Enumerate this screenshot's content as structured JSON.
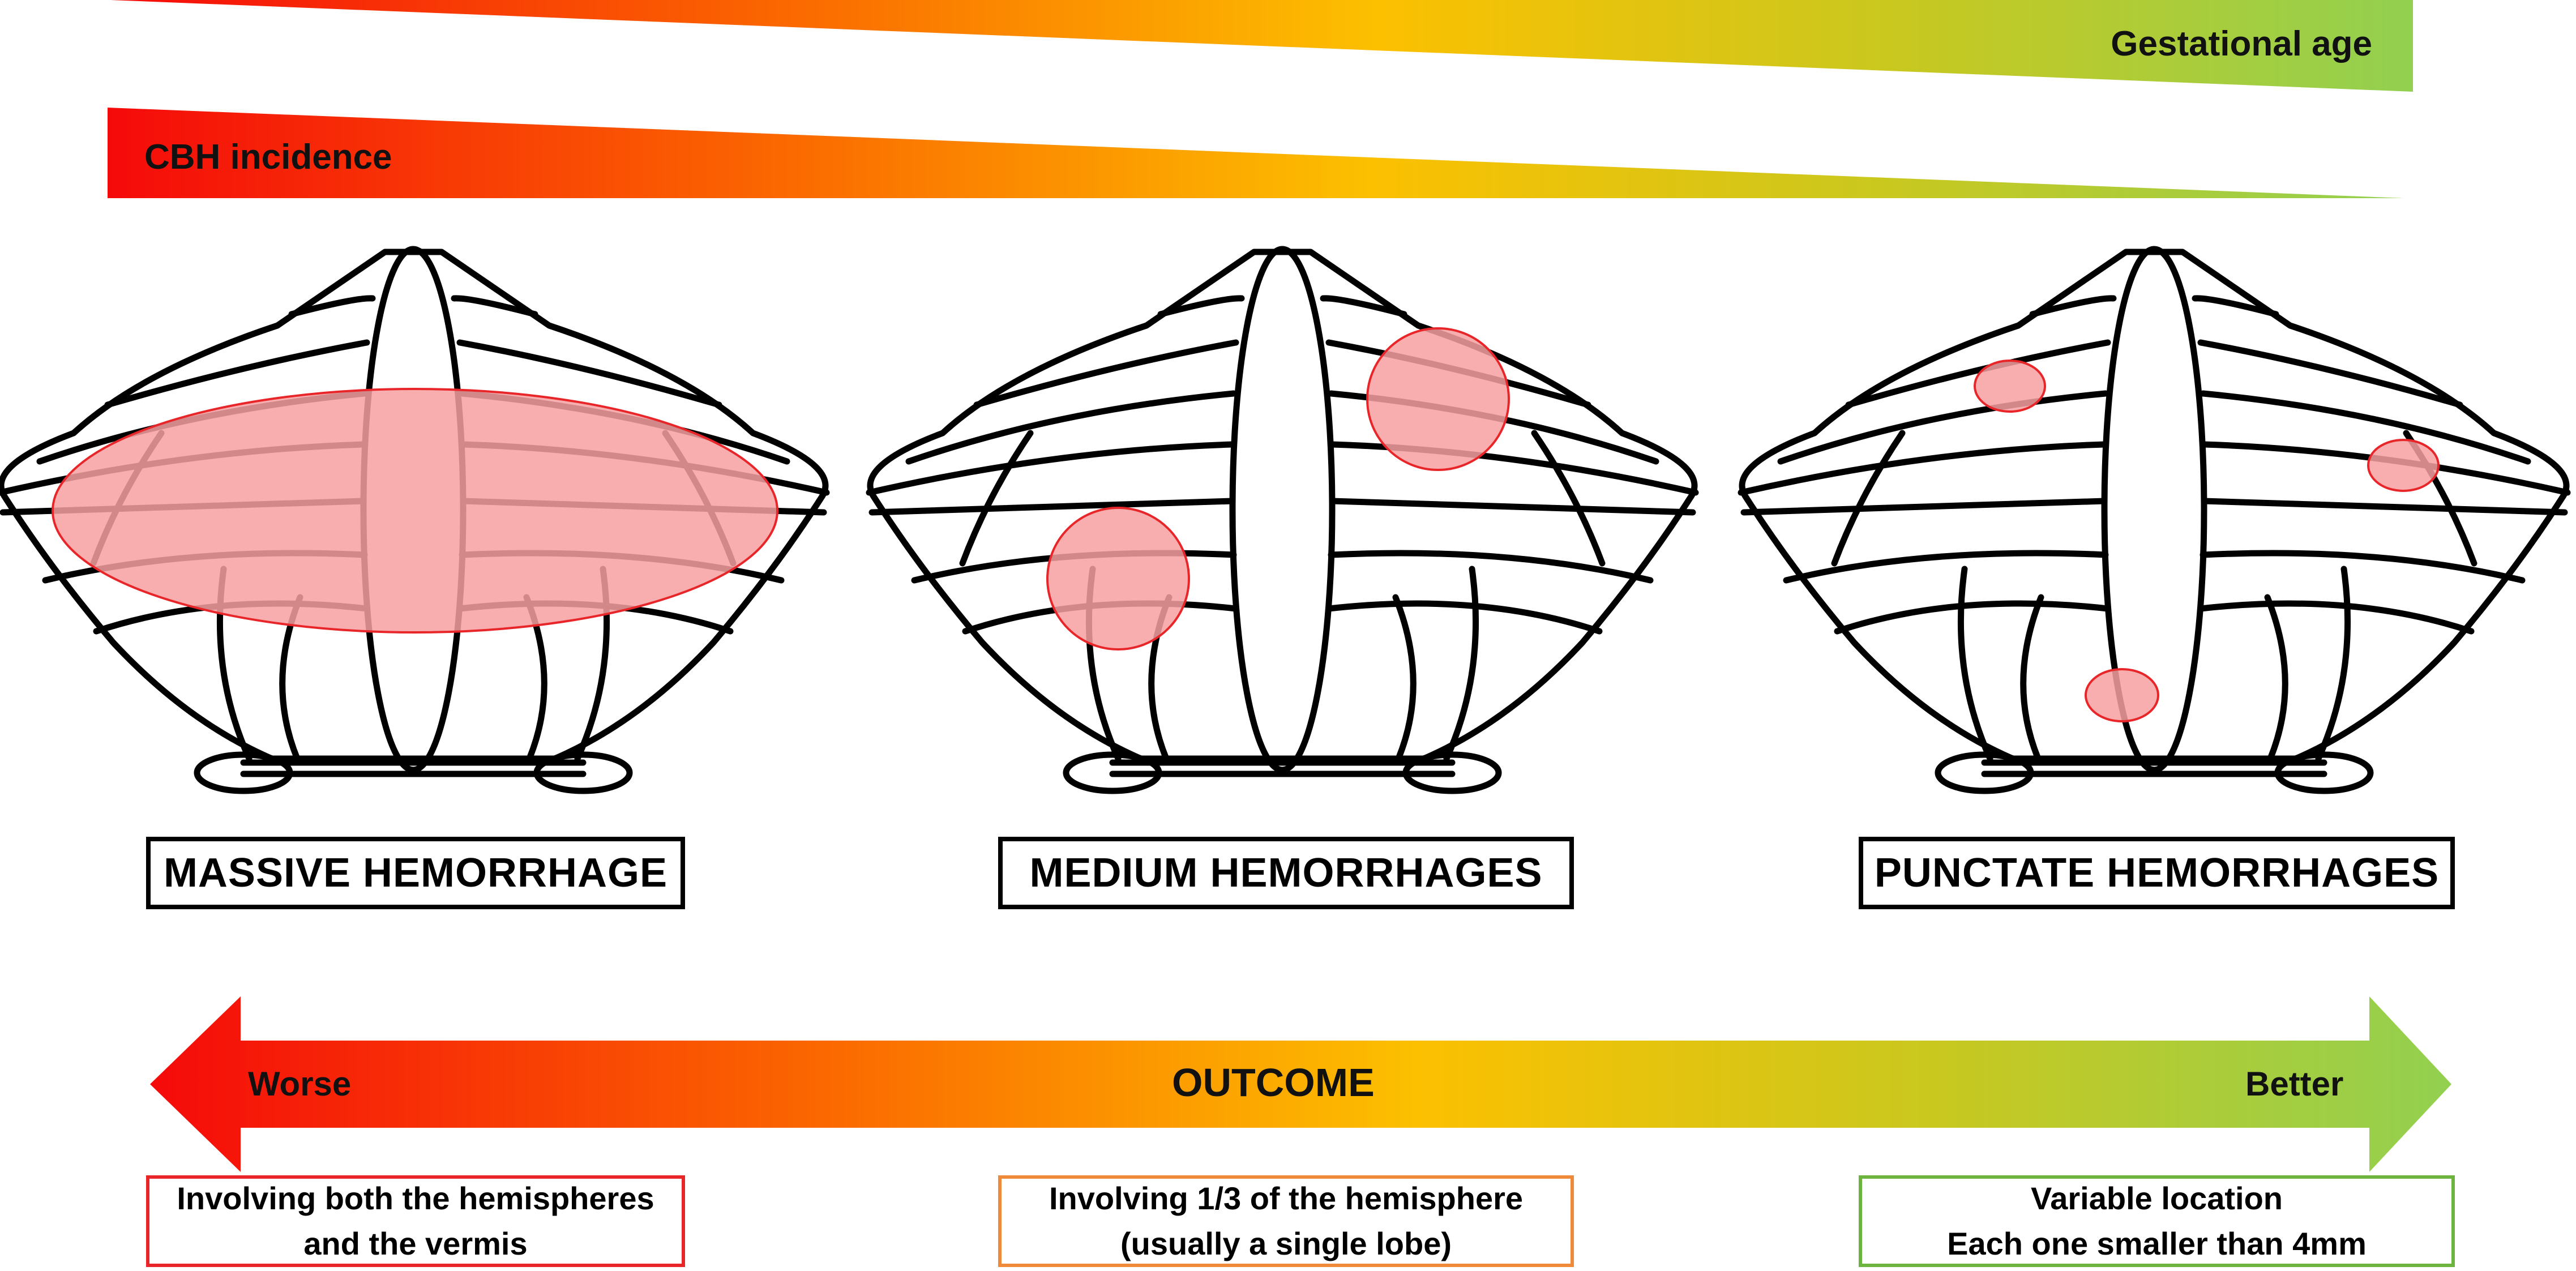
{
  "top_bars": {
    "gestational_age": "Gestational  age",
    "cbh_incidence": "CBH incidence"
  },
  "categories": [
    {
      "label": "MASSIVE HEMORRHAGE",
      "description": [
        "Involving both the hemispheres",
        "and the vermis"
      ],
      "border_color": "#e8262a"
    },
    {
      "label": "MEDIUM HEMORRHAGES",
      "description": [
        "Involving 1/3 of the hemisphere",
        "(usually a single lobe)"
      ],
      "border_color": "#ef8a3a"
    },
    {
      "label": "PUNCTATE HEMORRHAGES",
      "description": [
        "Variable location",
        "Each one smaller than 4mm"
      ],
      "border_color": "#6db33f"
    }
  ],
  "outcome_arrow": {
    "title": "OUTCOME",
    "left_label": "Worse",
    "right_label": "Better"
  },
  "colors": {
    "red": "#f50a0a",
    "orange": "#fb6a00",
    "yellow": "#fcc000",
    "green": "#92d050",
    "hemorrhage_fill": "#f7a0a0",
    "hemorrhage_stroke": "#e8262a"
  },
  "icons": [
    "cerebellum-diagram-icon",
    "hemorrhage-spot-icon"
  ]
}
